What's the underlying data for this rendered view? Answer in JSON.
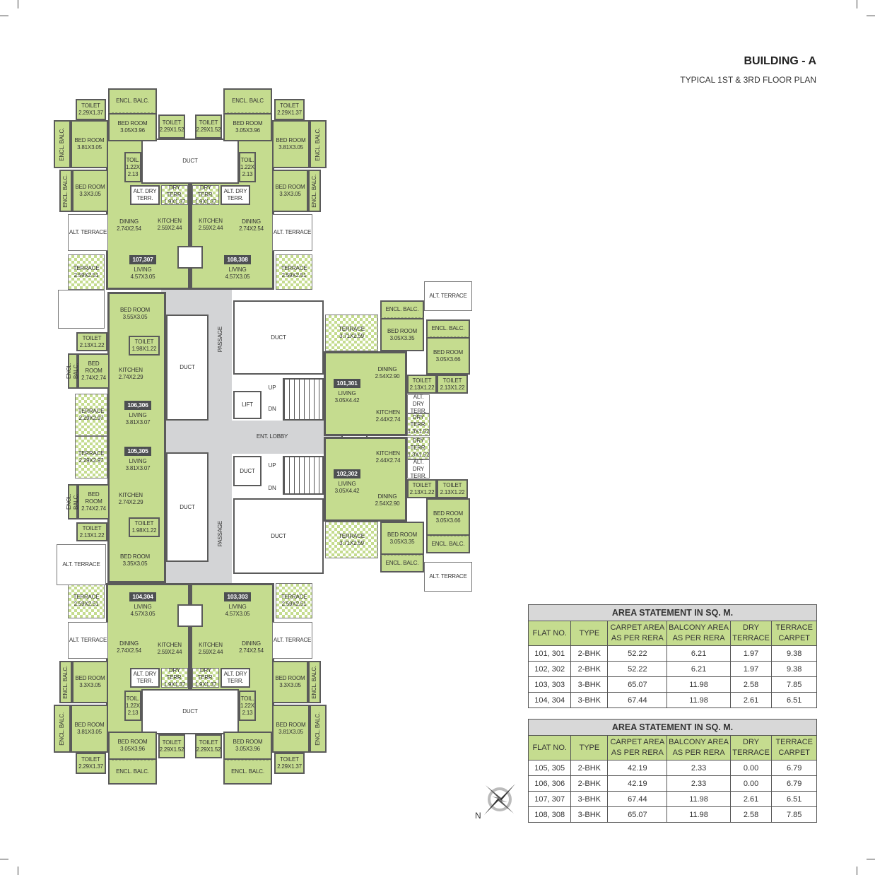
{
  "header": {
    "title": "BUILDING - A",
    "subtitle": "TYPICAL 1ST & 3RD FLOOR PLAN"
  },
  "colors": {
    "room_green": "#c5dc8f",
    "wall": "#5a5a5a",
    "passage": "#d3d4d6",
    "badge": "#4d4f52"
  },
  "plan": {
    "quadrants": [
      {
        "flat": "107,307",
        "rooms": [
          {
            "name": "TOILET",
            "size": "2.29X1.37"
          },
          {
            "name": "ENCL. BALC.",
            "size": ""
          },
          {
            "name": "BED ROOM",
            "size": "3.05X3.96"
          },
          {
            "name": "ENCL. BALC.",
            "size": ""
          },
          {
            "name": "BED ROOM",
            "size": "3.81X3.05"
          },
          {
            "name": "ENCL. BALC.",
            "size": ""
          },
          {
            "name": "BED ROOM",
            "size": "3.3X3.05"
          },
          {
            "name": "TOILET",
            "size": "2.29X1.52"
          },
          {
            "name": "TOIL.",
            "size": "1.22X 2.13"
          },
          {
            "name": "ALT. DRY TERR.",
            "size": ""
          },
          {
            "name": "DRY TERR.",
            "size": "1.9X1.37"
          },
          {
            "name": "KITCHEN",
            "size": "2.59X2.44"
          },
          {
            "name": "DINING",
            "size": "2.74X2.54"
          },
          {
            "name": "LIVING",
            "size": "4.57X3.05"
          },
          {
            "name": "ALT. TERRACE",
            "size": ""
          },
          {
            "name": "TERRACE",
            "size": "2.59X2.51"
          }
        ]
      },
      {
        "flat": "108,308",
        "rooms": [
          {
            "name": "TOILET",
            "size": "2.29X1.37"
          },
          {
            "name": "ENCL. BALC",
            "size": ""
          },
          {
            "name": "BED ROOM",
            "size": "3.05X3.96"
          },
          {
            "name": "ENCL. BALC.",
            "size": ""
          },
          {
            "name": "BED ROOM",
            "size": "3.81X3.05"
          },
          {
            "name": "ENCL. BALC.",
            "size": ""
          },
          {
            "name": "BED ROOM",
            "size": "3.3X3.05"
          },
          {
            "name": "TOILET",
            "size": "2.29X1.52"
          },
          {
            "name": "TOIL.",
            "size": "1.22X 2.13"
          },
          {
            "name": "ALT. DRY TERR.",
            "size": ""
          },
          {
            "name": "DRY TERR.",
            "size": "1.9X1.37"
          },
          {
            "name": "KITCHEN",
            "size": "2.59X2.44"
          },
          {
            "name": "DINING",
            "size": "2.74X2.54"
          },
          {
            "name": "LIVING",
            "size": "4.57X3.05"
          },
          {
            "name": "ALT. TERRACE",
            "size": ""
          },
          {
            "name": "TERRACE",
            "size": "2.59X2.51"
          }
        ]
      },
      {
        "flat": "104,304",
        "rooms": [
          {
            "name": "TOILET",
            "size": "2.29X1.37"
          },
          {
            "name": "ENCL. BALC.",
            "size": ""
          },
          {
            "name": "BED ROOM",
            "size": "3.05X3.96"
          },
          {
            "name": "ENCL. BALC.",
            "size": ""
          },
          {
            "name": "BED ROOM",
            "size": "3.81X3.05"
          },
          {
            "name": "ENCL. BALC.",
            "size": ""
          },
          {
            "name": "BED ROOM",
            "size": "3.3X3.05"
          },
          {
            "name": "TOILET",
            "size": "2.29X1.52"
          },
          {
            "name": "TOIL.",
            "size": "1.22X 2.13"
          },
          {
            "name": "ALT. DRY TERR.",
            "size": ""
          },
          {
            "name": "DRY TERR.",
            "size": "1.9X1.37"
          },
          {
            "name": "KITCHEN",
            "size": "2.59X2.44"
          },
          {
            "name": "DINING",
            "size": "2.74X2.54"
          },
          {
            "name": "LIVING",
            "size": "4.57X3.05"
          },
          {
            "name": "ALT. TERRACE",
            "size": ""
          },
          {
            "name": "TERRACE",
            "size": "2.59X2.51"
          }
        ]
      },
      {
        "flat": "103,303",
        "rooms": [
          {
            "name": "TOILET",
            "size": "2.29X1.37"
          },
          {
            "name": "ENCL. BALC.",
            "size": ""
          },
          {
            "name": "BED ROOM",
            "size": "3.05X3.96"
          },
          {
            "name": "ENCL. BALC.",
            "size": ""
          },
          {
            "name": "BED ROOM",
            "size": "3.81X3.05"
          },
          {
            "name": "ENCL. BALC.",
            "size": ""
          },
          {
            "name": "BED ROOM",
            "size": "3.3X3.05"
          },
          {
            "name": "TOILET",
            "size": "2.29X1.52"
          },
          {
            "name": "TOIL.",
            "size": "1.22X 2.13"
          },
          {
            "name": "ALT. DRY TERR.",
            "size": ""
          },
          {
            "name": "DRY TERR.",
            "size": "1.9X1.37"
          },
          {
            "name": "KITCHEN",
            "size": "2.59X2.44"
          },
          {
            "name": "DINING",
            "size": "2.74X2.54"
          },
          {
            "name": "LIVING",
            "size": "4.57X3.05"
          },
          {
            "name": "ALT. TERRACE",
            "size": ""
          },
          {
            "name": "TERRACE",
            "size": "2.59X2.51"
          }
        ]
      }
    ],
    "block_ducts": [
      "DUCT",
      "DUCT"
    ],
    "flat_106": {
      "flat": "106,306",
      "rooms": [
        {
          "name": "TOILET",
          "size": "2.13X1.22"
        },
        {
          "name": "BED ROOM",
          "size": "3.55X3.05"
        },
        {
          "name": "TOILET",
          "size": "1.98X1.22"
        },
        {
          "name": "ENCL. BALC.",
          "size": ""
        },
        {
          "name": "BED ROOM",
          "size": "2.74X2.74"
        },
        {
          "name": "KITCHEN",
          "size": "2.74X2.29"
        },
        {
          "name": "TERRACE",
          "size": "2.29X2.97"
        },
        {
          "name": "LIVING",
          "size": "3.81X3.07"
        }
      ]
    },
    "flat_105": {
      "flat": "105,305",
      "rooms": [
        {
          "name": "TOILET",
          "size": "2.13X1.22"
        },
        {
          "name": "BED ROOM",
          "size": "3.35X3.05"
        },
        {
          "name": "TOILET",
          "size": "1.98X1.22"
        },
        {
          "name": "ENCL. BALC.",
          "size": ""
        },
        {
          "name": "BED ROOM",
          "size": "2.74X2.74"
        },
        {
          "name": "KITCHEN",
          "size": "2.74X2.29"
        },
        {
          "name": "TERRACE",
          "size": "2.29X2.97"
        },
        {
          "name": "LIVING",
          "size": "3.81X3.07"
        },
        {
          "name": "ALT. TERRACE",
          "size": ""
        }
      ]
    },
    "flat_101": {
      "flat": "101,301",
      "rooms": [
        {
          "name": "ALT. TERRACE",
          "size": ""
        },
        {
          "name": "ENCL. BALC.",
          "size": ""
        },
        {
          "name": "BED ROOM",
          "size": "3.05X3.35"
        },
        {
          "name": "ENCL. BALC.",
          "size": ""
        },
        {
          "name": "BED ROOM",
          "size": "3.05X3.66"
        },
        {
          "name": "TERRACE",
          "size": "3.71X2.59"
        },
        {
          "name": "DINING",
          "size": "2.54X2.90"
        },
        {
          "name": "LIVING",
          "size": "3.05X4.42"
        },
        {
          "name": "TOILET",
          "size": "2.13X1.22"
        },
        {
          "name": "TOILET",
          "size": "2.13X1.22"
        },
        {
          "name": "ALT. DRY TERR.",
          "size": ""
        },
        {
          "name": "DRY TERR.",
          "size": "1.3X1.52"
        },
        {
          "name": "KITCHEN",
          "size": "2.44X2.74"
        }
      ]
    },
    "flat_102": {
      "flat": "102,302",
      "rooms": [
        {
          "name": "ALT. TERRACE",
          "size": ""
        },
        {
          "name": "ENCL. BALC.",
          "size": ""
        },
        {
          "name": "BED ROOM",
          "size": "3.05X3.35"
        },
        {
          "name": "ENCL. BALC.",
          "size": ""
        },
        {
          "name": "BED ROOM",
          "size": "3.05X3.66"
        },
        {
          "name": "TERRACE",
          "size": "3.71X2.59"
        },
        {
          "name": "DINING",
          "size": "2.54X2.90"
        },
        {
          "name": "LIVING",
          "size": "3.05X4.42"
        },
        {
          "name": "TOILET",
          "size": "2.13X1.22"
        },
        {
          "name": "TOILET",
          "size": "2.13X1.22"
        },
        {
          "name": "ALT. DRY TERR.",
          "size": ""
        },
        {
          "name": "DRY TERR.",
          "size": "1.3X1.52"
        },
        {
          "name": "KITCHEN",
          "size": "2.44X2.74"
        }
      ]
    },
    "core": [
      {
        "name": "DUCT"
      },
      {
        "name": "DUCT"
      },
      {
        "name": "PASSAGE"
      },
      {
        "name": "PASSAGE"
      },
      {
        "name": "DUCT"
      },
      {
        "name": "LIFT"
      },
      {
        "name": "UP"
      },
      {
        "name": "DN"
      },
      {
        "name": "ENT. LOBBY"
      },
      {
        "name": "DUCT"
      },
      {
        "name": "UP"
      },
      {
        "name": "DN"
      },
      {
        "name": "DUCT"
      }
    ],
    "compass": {
      "north_label": "N"
    }
  },
  "tables": [
    {
      "title": "AREA STATEMENT IN SQ. M.",
      "columns": [
        "FLAT NO.",
        "TYPE",
        "CARPET  AREA\nAS PER RERA",
        "BALCONY AREA\nAS PER RERA",
        "DRY\nTERRACE",
        "TERRACE\nCARPET"
      ],
      "rows": [
        [
          "101, 301",
          "2-BHK",
          "52.22",
          "6.21",
          "1.97",
          "9.38"
        ],
        [
          "102, 302",
          "2-BHK",
          "52.22",
          "6.21",
          "1.97",
          "9.38"
        ],
        [
          "103, 303",
          "3-BHK",
          "65.07",
          "11.98",
          "2.58",
          "7.85"
        ],
        [
          "104, 304",
          "3-BHK",
          "67.44",
          "11.98",
          "2.61",
          "6.51"
        ]
      ]
    },
    {
      "title": "AREA STATEMENT IN SQ. M.",
      "columns": [
        "FLAT NO.",
        "TYPE",
        "CARPET  AREA\nAS PER RERA",
        "BALCONY AREA\nAS PER RERA",
        "DRY\nTERRACE",
        "TERRACE\nCARPET"
      ],
      "rows": [
        [
          "105, 305",
          "2-BHK",
          "42.19",
          "2.33",
          "0.00",
          "6.79"
        ],
        [
          "106, 306",
          "2-BHK",
          "42.19",
          "2.33",
          "0.00",
          "6.79"
        ],
        [
          "107, 307",
          "3-BHK",
          "67.44",
          "11.98",
          "2.61",
          "6.51"
        ],
        [
          "108, 308",
          "3-BHK",
          "65.07",
          "11.98",
          "2.58",
          "7.85"
        ]
      ]
    }
  ]
}
